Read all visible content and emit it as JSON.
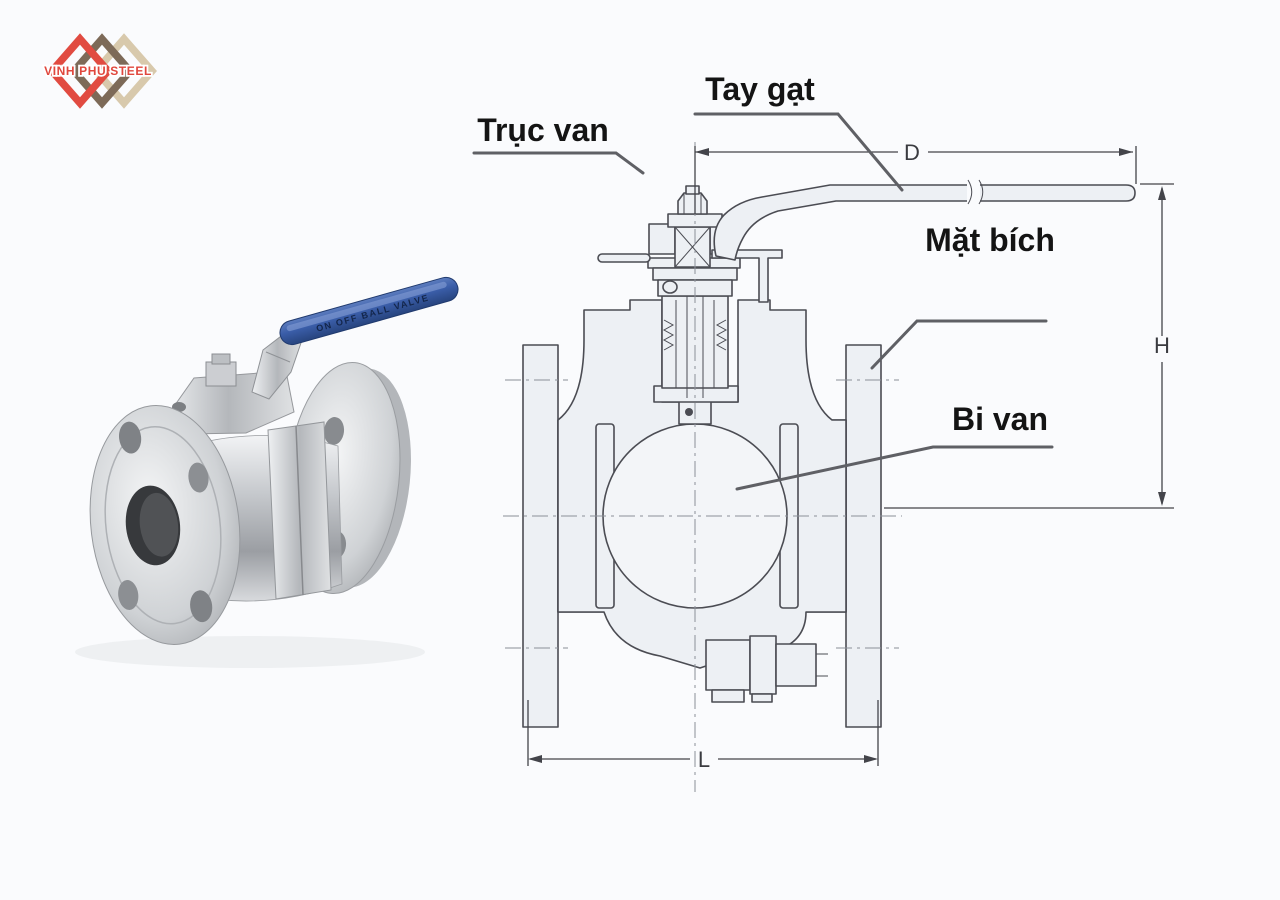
{
  "page": {
    "background": "#fafbfd"
  },
  "logo": {
    "text": "VINH PHU STEEL",
    "colors": {
      "red": "#e14b41",
      "brown": "#7d6a58",
      "tan": "#d8c9ac",
      "text": "#e0473d"
    }
  },
  "photo": {
    "handle_text": "ON OFF BALL VALVE",
    "handle_color": "#3a5da8"
  },
  "diagram": {
    "labels": {
      "handle": "Tay gạt",
      "stem": "Trục van",
      "flange": "Mặt bích",
      "ball": "Bi van"
    },
    "dimensions": {
      "width": "D",
      "height": "H",
      "length": "L"
    },
    "line_color": "#43444a"
  }
}
